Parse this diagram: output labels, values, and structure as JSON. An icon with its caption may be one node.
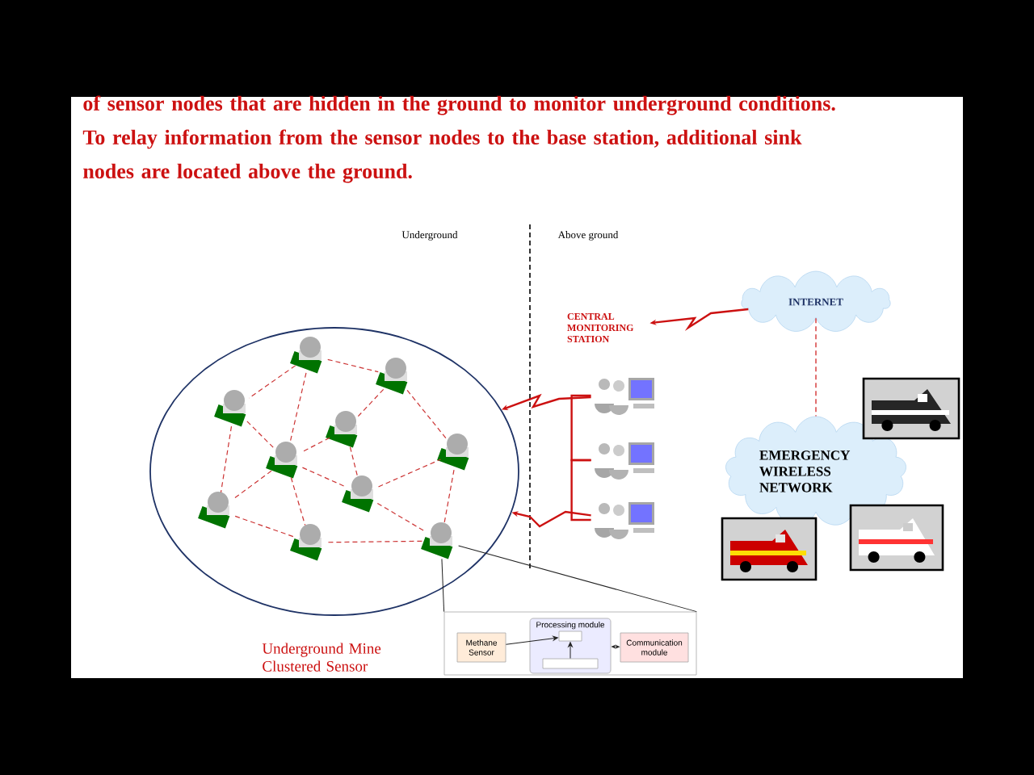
{
  "diagram": {
    "nodes": [
      {
        "text": [],
        "shape": "circle"
      },
      {
        "text": [],
        "shape": "picture",
        "in": 0
      },
      {
        "text": [],
        "shape": "picture",
        "in": 0
      },
      {
        "text": [],
        "shape": "picture",
        "in": 0
      },
      {
        "text": [],
        "shape": "picture",
        "in": 0
      },
      {
        "text": [],
        "shape": "picture",
        "in": 0
      },
      {
        "text": [],
        "shape": "picture",
        "in": 0
      },
      {
        "text": [],
        "shape": "picture",
        "in": 0
      },
      {
        "text": [],
        "shape": "picture",
        "in": 0
      },
      {
        "text": [],
        "shape": "picture",
        "in": 0
      },
      {
        "text": [],
        "shape": "picture",
        "in": 0
      },
      {
        "text": [
          "CENTRAL MONITORING STATION"
        ]
      },
      {
        "text": [],
        "shape": "picture"
      },
      {
        "text": [],
        "shape": "picture"
      },
      {
        "text": [],
        "shape": "picture"
      },
      {
        "text": [
          "INTERNET"
        ]
      },
      {
        "text": [
          "EMERGENCY WIRELESS NETWORK"
        ]
      },
      {
        "text": [],
        "shape": "picture"
      },
      {
        "text": [],
        "shape": "picture"
      },
      {
        "text": [],
        "shape": "picture"
      },
      {
        "text": [],
        "shape": "box"
      },
      {
        "text": [
          "Methane Sensor"
        ],
        "in": 20
      },
      {
        "text": [
          "Processing module"
        ],
        "in": 20
      },
      {
        "text": [],
        "shape": "box",
        "in": 22
      },
      {
        "text": [
          "Communication module"
        ],
        "in": 20
      },
      {
        "text": [],
        "shape": "box",
        "in": 22
      }
    ],
    "edges": [
      {
        "from": 1,
        "to": 2,
        "arrow": "none",
        "style": "dashed",
        "color": "#cc3333"
      },
      {
        "from": 1,
        "to": 3,
        "arrow": "none",
        "style": "dashed",
        "color": "#cc3333"
      },
      {
        "from": 1,
        "to": 6,
        "arrow": "none",
        "style": "dashed",
        "color": "#cc3333"
      },
      {
        "from": 3,
        "to": 6,
        "arrow": "none",
        "style": "dashed",
        "color": "#cc3333"
      },
      {
        "from": 3,
        "to": 8,
        "arrow": "none",
        "style": "dashed",
        "color": "#cc3333"
      },
      {
        "from": 2,
        "to": 4,
        "arrow": "none",
        "style": "dashed",
        "color": "#cc3333"
      },
      {
        "from": 2,
        "to": 5,
        "arrow": "none",
        "style": "dashed",
        "color": "#cc3333"
      },
      {
        "from": 4,
        "to": 6,
        "arrow": "none",
        "style": "dashed",
        "color": "#cc3333"
      },
      {
        "from": 4,
        "to": 7,
        "arrow": "none",
        "style": "dashed",
        "color": "#cc3333"
      },
      {
        "from": 6,
        "to": 7,
        "arrow": "none",
        "style": "dashed",
        "color": "#cc3333"
      },
      {
        "from": 6,
        "to": 8,
        "arrow": "none",
        "style": "dashed",
        "color": "#cc3333"
      },
      {
        "from": 6,
        "to": 9,
        "arrow": "none",
        "style": "dashed",
        "color": "#cc3333"
      },
      {
        "from": 7,
        "to": 5,
        "arrow": "none",
        "style": "dashed",
        "color": "#cc3333"
      },
      {
        "from": 7,
        "to": 10,
        "arrow": "none",
        "style": "dashed",
        "color": "#cc3333"
      },
      {
        "from": 5,
        "to": 10,
        "arrow": "none",
        "style": "dashed",
        "color": "#cc3333"
      },
      {
        "from": 9,
        "to": 10,
        "arrow": "none",
        "style": "dashed",
        "color": "#cc3333"
      },
      {
        "from": 8,
        "to": 9,
        "arrow": "none",
        "style": "dashed",
        "color": "#cc3333"
      },
      {
        "from": 12,
        "to": 0,
        "arrow": "to",
        "color": "#cc1111"
      },
      {
        "from": 14,
        "to": 0,
        "arrow": "to",
        "color": "#cc1111"
      },
      {
        "from": 12,
        "to": 13,
        "arrow": "none",
        "color": "#cc1111"
      },
      {
        "from": 13,
        "to": 14,
        "arrow": "none",
        "color": "#cc1111"
      },
      {
        "from": 15,
        "to": 11,
        "arrow": "to",
        "color": "#cc1111"
      },
      {
        "from": 15,
        "to": 16,
        "arrow": "none",
        "style": "dashed",
        "color": "#cc1111"
      },
      {
        "from": 10,
        "to": 20,
        "arrow": "none",
        "color": "#222222"
      },
      {
        "from": 10,
        "to": 20,
        "arrow": "none",
        "color": "#222222"
      },
      {
        "from": 21,
        "to": 23,
        "arrow": "to",
        "color": "#222222"
      },
      {
        "from": 22,
        "to": 24,
        "arrow": "both",
        "color": "#222222"
      },
      {
        "from": 25,
        "to": 23,
        "arrow": "to",
        "color": "#222222"
      }
    ],
    "labels": [
      "of sensor nodes that are hidden in the ground to monitor underground conditions. To relay information from the sensor nodes to the base station, additional sink nodes are located above the ground.",
      "Underground",
      "Above ground",
      "Underground Mine Clustered Sensor"
    ]
  }
}
